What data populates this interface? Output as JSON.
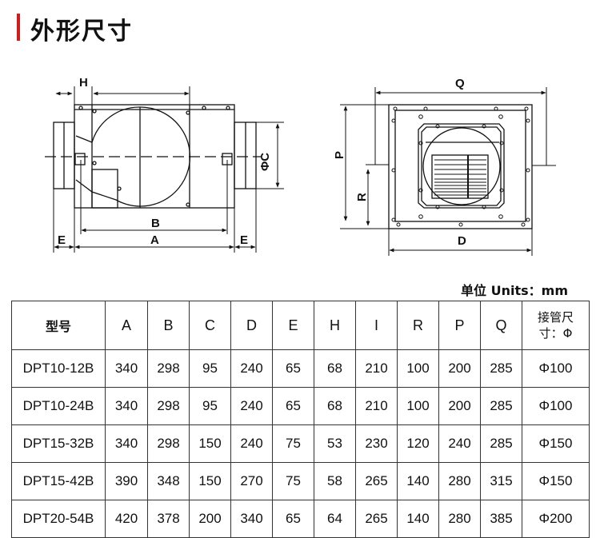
{
  "section": {
    "title": "外形尺寸",
    "accent": "#d7191c"
  },
  "diagram_labels": {
    "H": "H",
    "C": "ΦC",
    "B": "B",
    "A": "A",
    "E": "E",
    "Q": "Q",
    "P": "P",
    "R": "R",
    "D": "D"
  },
  "units": "单位 Units：mm",
  "table": {
    "headers": [
      "型号",
      "A",
      "B",
      "C",
      "D",
      "E",
      "H",
      "I",
      "R",
      "P",
      "Q"
    ],
    "last_header": [
      "接管尺",
      "寸：Φ"
    ],
    "rows": [
      [
        "DPT10-12B",
        "340",
        "298",
        "95",
        "240",
        "65",
        "68",
        "210",
        "100",
        "200",
        "285",
        "Φ100"
      ],
      [
        "DPT10-24B",
        "340",
        "298",
        "95",
        "240",
        "65",
        "68",
        "210",
        "100",
        "200",
        "285",
        "Φ100"
      ],
      [
        "DPT15-32B",
        "340",
        "298",
        "150",
        "240",
        "75",
        "53",
        "230",
        "120",
        "240",
        "285",
        "Φ150"
      ],
      [
        "DPT15-42B",
        "390",
        "348",
        "150",
        "270",
        "75",
        "58",
        "265",
        "140",
        "280",
        "315",
        "Φ150"
      ],
      [
        "DPT20-54B",
        "420",
        "378",
        "200",
        "340",
        "65",
        "64",
        "265",
        "140",
        "280",
        "385",
        "Φ200"
      ]
    ]
  }
}
